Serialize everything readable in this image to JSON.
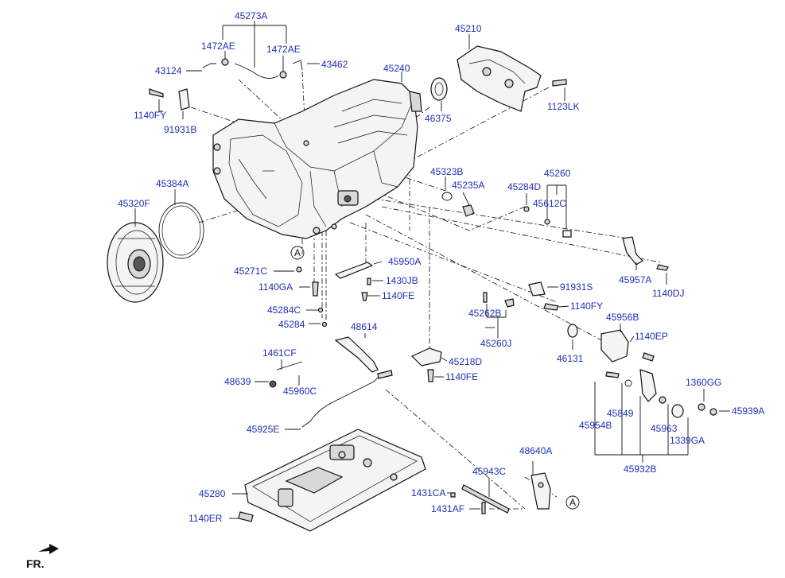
{
  "labels": {
    "p45273A": "45273A",
    "p1472AE_l": "1472AE",
    "p1472AE_r": "1472AE",
    "p43124": "43124",
    "p43462": "43462",
    "p45210": "45210",
    "p45240": "45240",
    "p1140FY_top": "1140FY",
    "p91931B": "91931B",
    "p46375": "46375",
    "p1123LK": "1123LK",
    "p45384A": "45384A",
    "p45320F": "45320F",
    "p45323B": "45323B",
    "p45235A": "45235A",
    "p45284D": "45284D",
    "p45260": "45260",
    "p45612C": "45612C",
    "p45271C": "45271C",
    "p1140GA": "1140GA",
    "p45284C": "45284C",
    "p45284": "45284",
    "p45950A": "45950A",
    "p1430JB": "1430JB",
    "p1140FE_mid": "1140FE",
    "p91931S": "91931S",
    "p45957A": "45957A",
    "p1140DJ": "1140DJ",
    "p1140FY_mid": "1140FY",
    "p45262B": "45262B",
    "p45260J": "45260J",
    "p48614": "48614",
    "p1461CF": "1461CF",
    "p48639": "48639",
    "p45960C": "45960C",
    "p45218D": "45218D",
    "p1140FE_low": "1140FE",
    "p46131": "46131",
    "p45956B": "45956B",
    "p1140EP": "1140EP",
    "p1360GG": "1360GG",
    "p45939A": "45939A",
    "p45954B": "45954B",
    "p45849": "45849",
    "p45963": "45963",
    "p1339GA": "1339GA",
    "p45932B": "45932B",
    "p45925E": "45925E",
    "p48640A": "48640A",
    "p45943C": "45943C",
    "p1431CA": "1431CA",
    "p1431AF": "1431AF",
    "p45280": "45280",
    "p1140ER": "1140ER",
    "ref_a_1": "A",
    "ref_a_2": "A",
    "fr": "FR."
  },
  "colors": {
    "label": "#1f2fb8",
    "line": "#111111"
  }
}
